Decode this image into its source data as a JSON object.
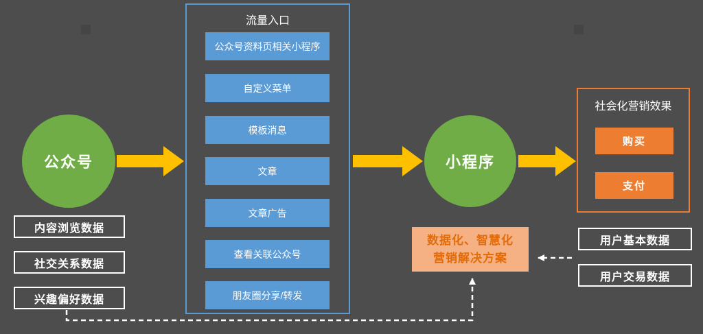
{
  "colors": {
    "background": "#4d4d4d",
    "node_green": "#70AD47",
    "entry_blue": "#5B9BD5",
    "arrow_yellow": "#FFC000",
    "effect_orange": "#ED7D31",
    "solution_fill": "#F5B183",
    "solution_text": "#E36C0A"
  },
  "left_flow": {
    "source_node": "公众号",
    "data_boxes": [
      "内容浏览数据",
      "社交关系数据",
      "兴趣偏好数据"
    ]
  },
  "traffic_entrance": {
    "title": "流量入口",
    "items": [
      "公众号资料页相关小程序",
      "自定义菜单",
      "模板消息",
      "文章",
      "文章广告",
      "查看关联公众号",
      "朋友圈分享/转发"
    ]
  },
  "right_flow": {
    "target_node": "小程序",
    "marketing_effect": {
      "title": "社会化营销效果",
      "actions": [
        "购买",
        "支付"
      ]
    },
    "data_boxes": [
      "用户基本数据",
      "用户交易数据"
    ]
  },
  "solution": {
    "line1": "数据化、智慧化",
    "line2": "营销解决方案"
  }
}
